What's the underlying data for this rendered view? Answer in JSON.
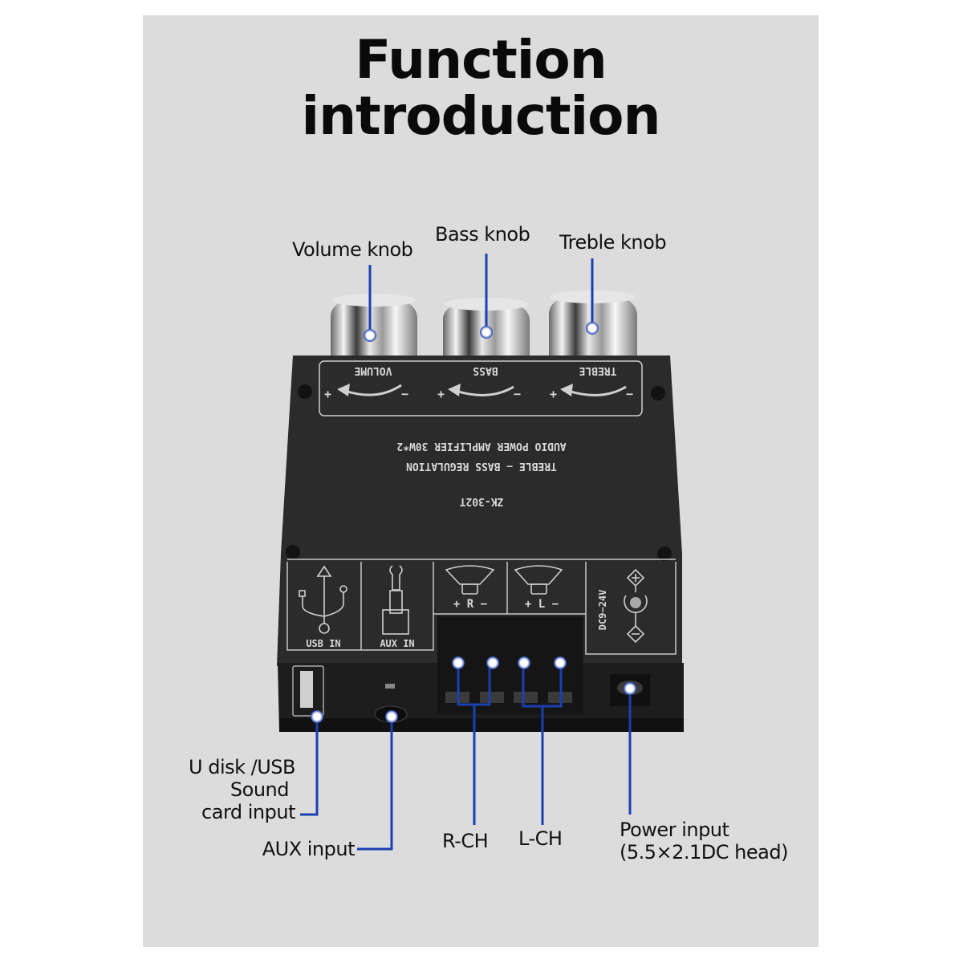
{
  "title": {
    "line1": "Function",
    "line2": "introduction"
  },
  "callouts": {
    "volume_knob": "Volume knob",
    "bass_knob": "Bass knob",
    "treble_knob": "Treble knob",
    "usb_input_line1": "U disk /USB",
    "usb_input_line2": "Sound",
    "usb_input_line3": "card input",
    "aux_input": "AUX input",
    "r_ch": "R-CH",
    "l_ch": "L-CH",
    "power_input_line1": "Power input",
    "power_input_line2": "(5.5×2.1DC head)"
  },
  "board": {
    "knob_labels": [
      "VOLUME",
      "BASS",
      "TREBLE"
    ],
    "knob_plus": "+",
    "knob_minus": "−",
    "silk_line1": "AUDIO POWER AMPLIFIER 30W*2",
    "silk_line2": "TREBLE − BASS REGULATION",
    "model": "ZK-302T",
    "port_usb": "USB  IN",
    "port_aux": "AUX  IN",
    "port_r": "+ R −",
    "port_l": "+ L −",
    "port_dc": "DC9−24V"
  },
  "colors": {
    "background": "#dcdcdc",
    "leader_line": "#1a3fb0",
    "board": "#2a2a2a"
  }
}
